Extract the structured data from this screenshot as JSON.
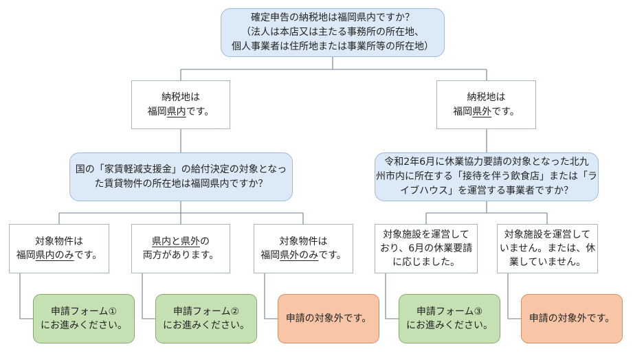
{
  "q1": {
    "line1": "確定申告の納税地は福岡県内ですか？",
    "line2": "（法人は本店又は主たる事務所の所在地、",
    "line3": "個人事業者は住所地または事業所等の所在地）"
  },
  "in_pref": {
    "line1": "納税地は",
    "prefix": "福岡",
    "key": "県内",
    "suffix": "です。"
  },
  "out_pref": {
    "line1": "納税地は",
    "prefix": "福岡",
    "key": "県外",
    "suffix": "です。"
  },
  "q2": {
    "line1": "国の「家賃軽減支援金」の給付決定の対象となっ",
    "line2": "た賃貸物件の所在地は福岡県内ですか？"
  },
  "q3": {
    "line1": "令和2年6月に休業協力要請の対象となった北九",
    "line2": "州市内に所在する「接待を伴う飲食店」または「ラ",
    "line3": "イブハウス」を運営する事業者ですか？"
  },
  "a1": {
    "line1": "対象物件は",
    "prefix": "福岡",
    "key": "県内のみ",
    "suffix": "です。"
  },
  "a2": {
    "key": "県内と県外",
    "suffix": "の",
    "line2": "両方があります。"
  },
  "a3": {
    "line1": "対象物件は",
    "prefix": "福岡",
    "key": "県外のみ",
    "suffix": "です。"
  },
  "a4": {
    "line1": "対象施設を運営して",
    "line2": "おり、6月の休業要請",
    "line3": "に応じました。"
  },
  "a5": {
    "line1": "対象施設を運営して",
    "line2": "いません。または、休",
    "line3": "業していません。"
  },
  "r1": {
    "line1": "申請フォーム①",
    "line2": "にお進みください。"
  },
  "r2": {
    "line1": "申請フォーム②",
    "line2": "にお進みください。"
  },
  "r3": {
    "line1": "申請の対象外です。"
  },
  "r4": {
    "line1": "申請フォーム③",
    "line2": "にお進みください。"
  },
  "r5": {
    "line1": "申請の対象外です。"
  },
  "colors": {
    "question_fill": "#dce9f6",
    "eligible_fill": "#c5e0b3",
    "ineligible_fill": "#f8c6a6",
    "connector": "#6c7d91"
  }
}
